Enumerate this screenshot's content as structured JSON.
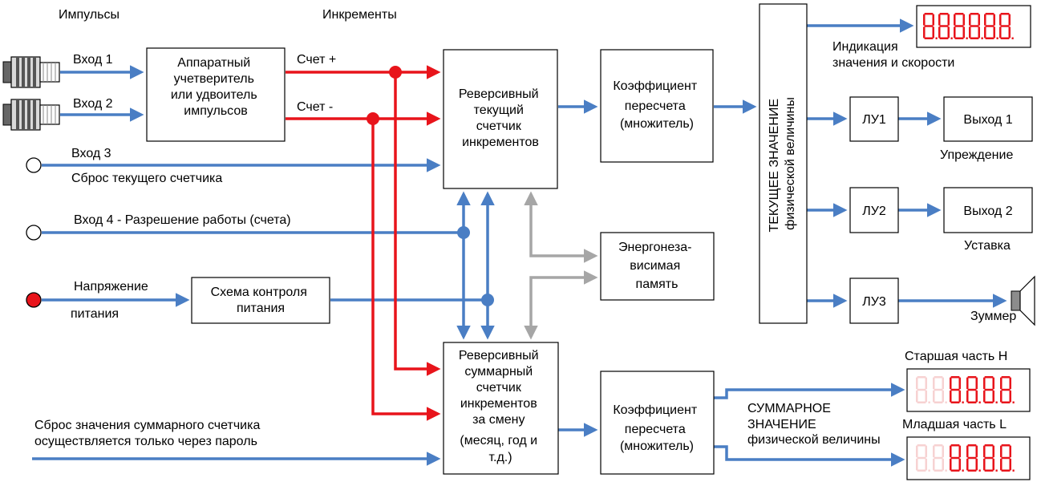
{
  "colors": {
    "blue": "#4a7ec4",
    "red": "#e8141b",
    "gray": "#a6a6a6",
    "power_dot": "#e8141b"
  },
  "headers": {
    "pulses": "Импульсы",
    "increments": "Инкременты"
  },
  "inputs": {
    "in1": "Вход 1",
    "in2": "Вход 2",
    "in3": "Вход 3",
    "reset_current": "Сброс текущего счетчика",
    "in4": "Вход 4 - Разрешение работы (счета)",
    "power_1": "Напряжение",
    "power_2": "питания",
    "reset_total_1": "Сброс значения суммарного счетчика",
    "reset_total_2": "осуществляется только через пароль"
  },
  "signals": {
    "count_plus": "Счет +",
    "count_minus": "Счет -"
  },
  "blocks": {
    "quadrature": [
      "Аппаратный",
      "учетверитель",
      "или удвоитель",
      "импульсов"
    ],
    "power_ctrl": [
      "Схема контроля",
      "питания"
    ],
    "current_counter": [
      "Реверсивный",
      "текущий",
      "счетчик",
      "инкрементов"
    ],
    "coef_1": [
      "Коэффициент",
      "пересчета",
      "(множитель)"
    ],
    "nvram": [
      "Энергонеза-",
      "висимая",
      "память"
    ],
    "total_counter": [
      "Реверсивный",
      "суммарный",
      "счетчик",
      "инкрементов",
      "за смену",
      "(месяц, год и",
      "т.д.)"
    ],
    "coef_2": [
      "Коэффициент",
      "пересчета",
      "(множитель)"
    ],
    "current_value": [
      "ТЕКУЩЕЕ ЗНАЧЕНИЕ",
      "физической величины"
    ],
    "lu1": "ЛУ1",
    "lu2": "ЛУ2",
    "lu3": "ЛУ3",
    "out1": "Выход 1",
    "out2": "Выход 2"
  },
  "outputs": {
    "indication_1": "Индикация",
    "indication_2": "значения и скорости",
    "anticipation": "Упреждение",
    "setpoint": "Уставка",
    "buzzer": "Зуммер",
    "high_part": "Старшая часть H",
    "low_part": "Младшая часть L",
    "total_value": [
      "СУММАРНОЕ",
      "ЗНАЧЕНИЕ",
      "физической величины"
    ]
  },
  "icons": {
    "sensor": "proximity-sensor-icon",
    "speaker": "speaker-icon",
    "display": "seven-segment-display-icon"
  }
}
